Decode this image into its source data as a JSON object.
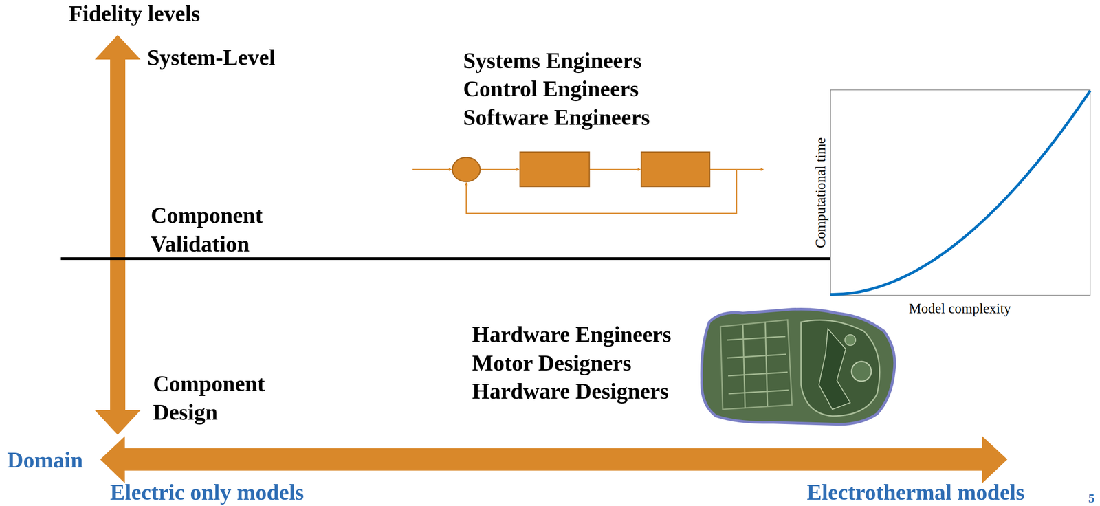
{
  "diagram": {
    "labels": [
      "Fidelity levels",
      "System-Level",
      "Systems Engineers",
      "Control Engineers",
      "Software Engineers",
      "Component Validation",
      "Hardware Engineers",
      "Motor Designers",
      "Hardware Designers",
      "Component Design",
      "Computational time",
      "Model complexity",
      "Domain",
      "Electric only models",
      "Electrothermal models",
      "5"
    ]
  }
}
